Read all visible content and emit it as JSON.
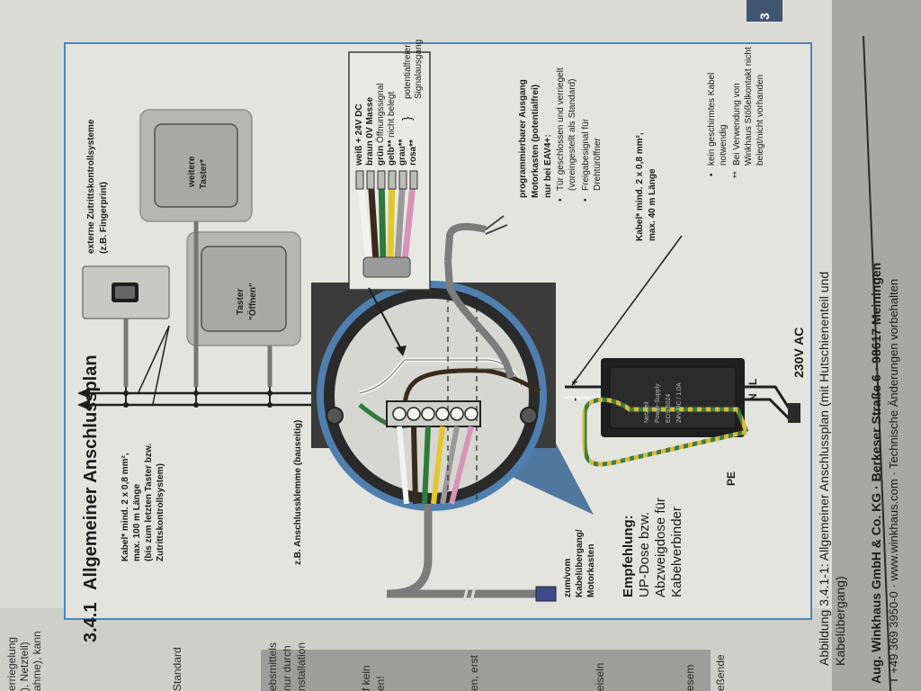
{
  "section": {
    "number": "3.4.1",
    "title": "Allgemeiner Anschlussplan"
  },
  "devices": {
    "external_systems": {
      "title": "externe Zutrittskontrollsysteme",
      "subtitle": "(z.B. Fingerprint)"
    },
    "taster_weitere": {
      "line1": "weitere",
      "line2": "Taster*"
    },
    "taster_oeffnen": {
      "line1": "Taster",
      "line2": "\"Öffnen\""
    },
    "power_supply": {
      "line1": "Netzteil",
      "line2": "Power-Supply",
      "line3": "EOS 5024",
      "line4": "24V DC / 1.0A"
    },
    "voltage": "230V AC",
    "l_label": "L",
    "n_label": "N",
    "plus_label": "+",
    "minus_label": "-",
    "pe_label": "PE"
  },
  "wire_legend": {
    "line1": "weiß + 24V DC",
    "line2": "braun 0V Masse",
    "line3_bold": "grün",
    "line3_rest": " Öffnungssignal",
    "line4_bold": "gelb**",
    "line4_rest": " nicht belegt",
    "line5_bold": "grau**",
    "line6_bold": "rosa**",
    "brace_text1": "potentialfreier",
    "brace_text2": "Signalausgang"
  },
  "programmable_output": {
    "title1": "programmierbarer Ausgang",
    "title2": "Motorkasten (potentialfrei)",
    "title3": "nur bei EAV4+:",
    "bullet1a": "Tür geschlossen und verriegelt",
    "bullet1b": "(voreingestellt als Standard)",
    "bullet2a": "Freigabesignal für",
    "bullet2b": "Drehtüröffner"
  },
  "cable_spec_right": {
    "line1": "Kabel* mind. 2 x 0,8 mm²,",
    "line2": "max. 40 m Länge"
  },
  "cable_spec_left": {
    "line1": "Kabel* mind. 2 x 0,8 mm²,",
    "line2": "max. 100 m Länge",
    "line3": "(bis zum letzten Taster bzw.",
    "line4": "Zutrittskontrollsystem)"
  },
  "notes": {
    "note1a": "kein geschirmtes Kabel",
    "note1b": "notwendig",
    "note2a": "Bei Verwendung von",
    "note2b": "Winkhaus Stößelkontakt nicht",
    "note2c": "belegt/nicht vorhanden",
    "mark1": "*",
    "mark2": "**",
    "bullet": "•"
  },
  "terminal_label": "z.B. Anschlussklemme (bauseitig)",
  "connection_label": {
    "line1": "zum/vom",
    "line2": "Kabelübergang/",
    "line3": "Motorkasten"
  },
  "recommendation": {
    "title": "Empfehlung:",
    "line1": "UP-Dose bzw.",
    "line2": "Abzweigdose für",
    "line3": "Kabelverbinder"
  },
  "caption": {
    "line1": "Abbildung 3.4.1-1: Allgemeiner Anschlussplan (mit Hutschienenteil und",
    "line2": "Kabelübergang)"
  },
  "company": {
    "line1": "Aug. Winkhaus GmbH & Co. KG · Berkeser Straße 6 · 98617 Meiningen",
    "line2": "T +49 369 3950-0 · www.winkhaus.com · Technische Änderungen vorbehalten"
  },
  "margin_fragments": {
    "f1": "erriegelung",
    "f2": "), Netzteil)",
    "f3": "ahme), kann",
    "f4": "Standard",
    "f5": "ebsmittels",
    "f6": "nur durch",
    "f7": "nstallation",
    "f8": "f kein",
    "f9": "en!",
    "f10": "en, erst",
    "f11": "eiseln",
    "f12": "esem",
    "f13": "eßende",
    "tab": "3"
  },
  "colors": {
    "page": "#dcdcd7",
    "page_shade": "#cacac5",
    "frame": "#4a86b8",
    "gray_band": "#9a9b99",
    "tab_blue": "#3f5570",
    "ring": "#4f7fae",
    "shadow": "#3f6a96",
    "wire_white": "#f2f2ee",
    "wire_brown": "#3a2a1c",
    "wire_green": "#2f7a3b",
    "wire_yellow": "#e2c82f",
    "wire_gray": "#9a9a9a",
    "wire_pink": "#d894b8",
    "psu": "#1f1f1f"
  }
}
